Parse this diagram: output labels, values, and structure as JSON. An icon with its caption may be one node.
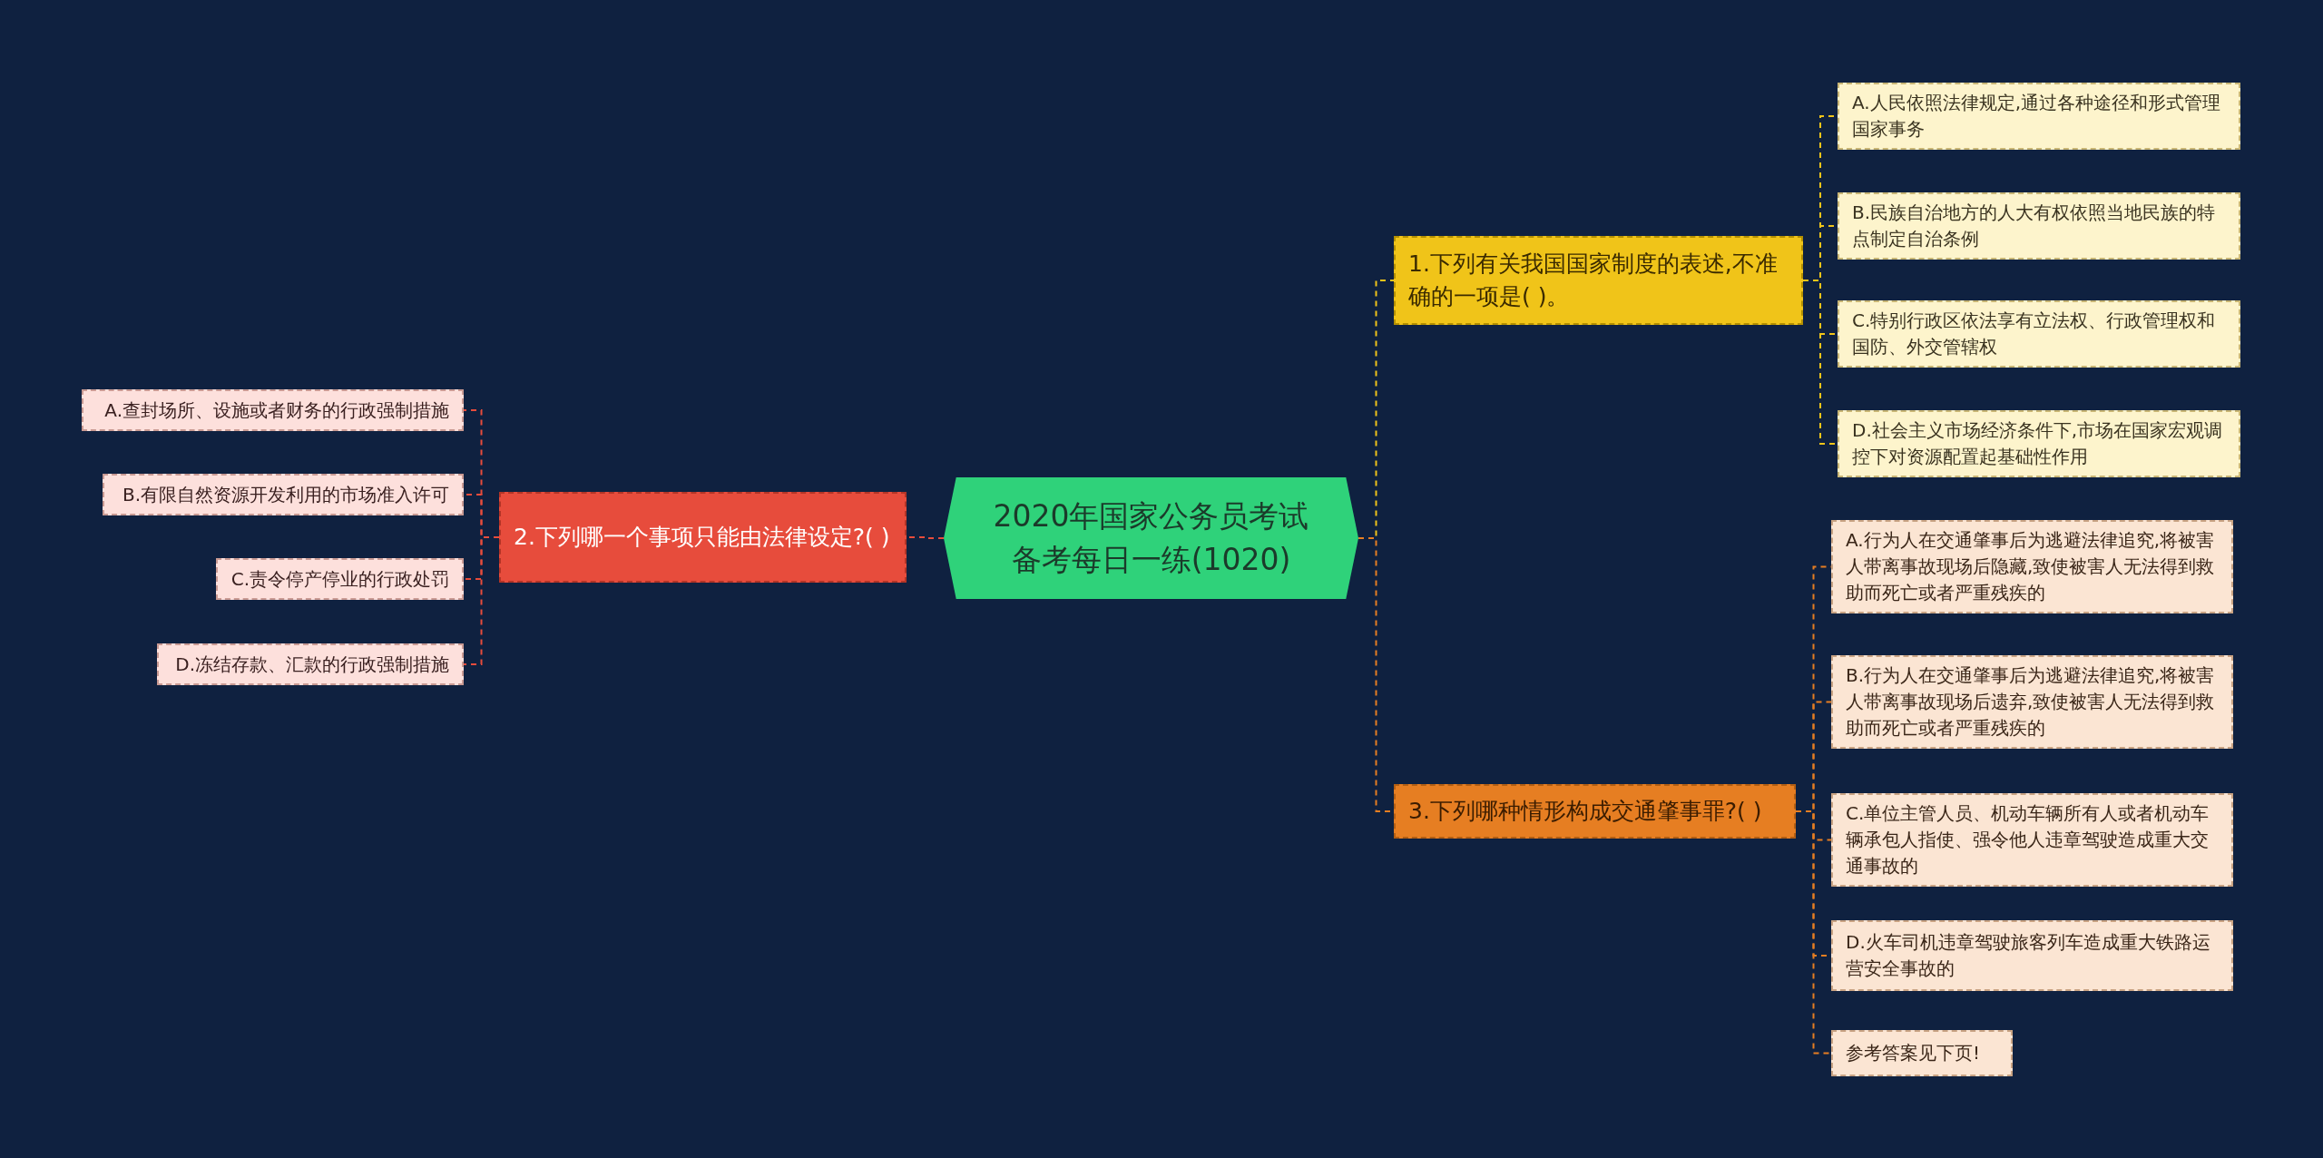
{
  "diagram": {
    "nodes": [
      {
        "text": [
          "2020年国家公务员考试备考每日一练(1020)"
        ]
      },
      {
        "text": [
          "1.下列有关我国国家制度的表述,不准确的一项是( )。"
        ]
      },
      {
        "text": [
          "A.人民依照法律规定,通过各种途径和形式管理国家事务"
        ]
      },
      {
        "text": [
          "B.民族自治地方的人大有权依照当地民族的特点制定自治条例"
        ]
      },
      {
        "text": [
          "C.特别行政区依法享有立法权、行政管理权和国防、外交管辖权"
        ]
      },
      {
        "text": [
          "D.社会主义市场经济条件下,市场在国家宏观调控下对资源配置起基础性作用"
        ]
      },
      {
        "text": [
          "2.下列哪一个事项只能由法律设定?( )"
        ]
      },
      {
        "text": [
          "A.查封场所、设施或者财务的行政强制措施"
        ]
      },
      {
        "text": [
          "B.有限自然资源开发利用的市场准入许可"
        ]
      },
      {
        "text": [
          "C.责令停产停业的行政处罚"
        ]
      },
      {
        "text": [
          "D.冻结存款、汇款的行政强制措施"
        ]
      },
      {
        "text": [
          "3.下列哪种情形构成交通肇事罪?( )"
        ]
      },
      {
        "text": [
          "A.行为人在交通肇事后为逃避法律追究,将被害人带离事故现场后隐藏,致使被害人无法得到救助而死亡或者严重残疾的"
        ]
      },
      {
        "text": [
          "B.行为人在交通肇事后为逃避法律追究,将被害人带离事故现场后遗弃,致使被害人无法得到救助而死亡或者严重残疾的"
        ]
      },
      {
        "text": [
          "C.单位主管人员、机动车辆所有人或者机动车辆承包人指使、强令他人违章驾驶造成重大交通事故的"
        ]
      },
      {
        "text": [
          "D.火车司机违章驾驶旅客列车造成重大铁路运营安全事故的"
        ]
      },
      {
        "text": [
          "参考答案见下页!"
        ]
      }
    ],
    "edges": [
      {
        "from": 0,
        "to": 1,
        "arrow": "none",
        "style": "dashed",
        "color": "#f0c419"
      },
      {
        "from": 1,
        "to": 2,
        "arrow": "none",
        "style": "dashed",
        "color": "#f0c419"
      },
      {
        "from": 1,
        "to": 3,
        "arrow": "none",
        "style": "dashed",
        "color": "#f0c419"
      },
      {
        "from": 1,
        "to": 4,
        "arrow": "none",
        "style": "dashed",
        "color": "#f0c419"
      },
      {
        "from": 1,
        "to": 5,
        "arrow": "none",
        "style": "dashed",
        "color": "#f0c419"
      },
      {
        "from": 0,
        "to": 6,
        "arrow": "none",
        "style": "dashed",
        "color": "#e74c3c"
      },
      {
        "from": 6,
        "to": 7,
        "arrow": "none",
        "style": "dashed",
        "color": "#e74c3c"
      },
      {
        "from": 6,
        "to": 8,
        "arrow": "none",
        "style": "dashed",
        "color": "#e74c3c"
      },
      {
        "from": 6,
        "to": 9,
        "arrow": "none",
        "style": "dashed",
        "color": "#e74c3c"
      },
      {
        "from": 6,
        "to": 10,
        "arrow": "none",
        "style": "dashed",
        "color": "#e74c3c"
      },
      {
        "from": 0,
        "to": 11,
        "arrow": "none",
        "style": "dashed",
        "color": "#e67e22"
      },
      {
        "from": 11,
        "to": 12,
        "arrow": "none",
        "style": "dashed",
        "color": "#e67e22"
      },
      {
        "from": 11,
        "to": 13,
        "arrow": "none",
        "style": "dashed",
        "color": "#e67e22"
      },
      {
        "from": 11,
        "to": 14,
        "arrow": "none",
        "style": "dashed",
        "color": "#e67e22"
      },
      {
        "from": 11,
        "to": 15,
        "arrow": "none",
        "style": "dashed",
        "color": "#e67e22"
      },
      {
        "from": 11,
        "to": 16,
        "arrow": "none",
        "style": "dashed",
        "color": "#e67e22"
      }
    ]
  }
}
